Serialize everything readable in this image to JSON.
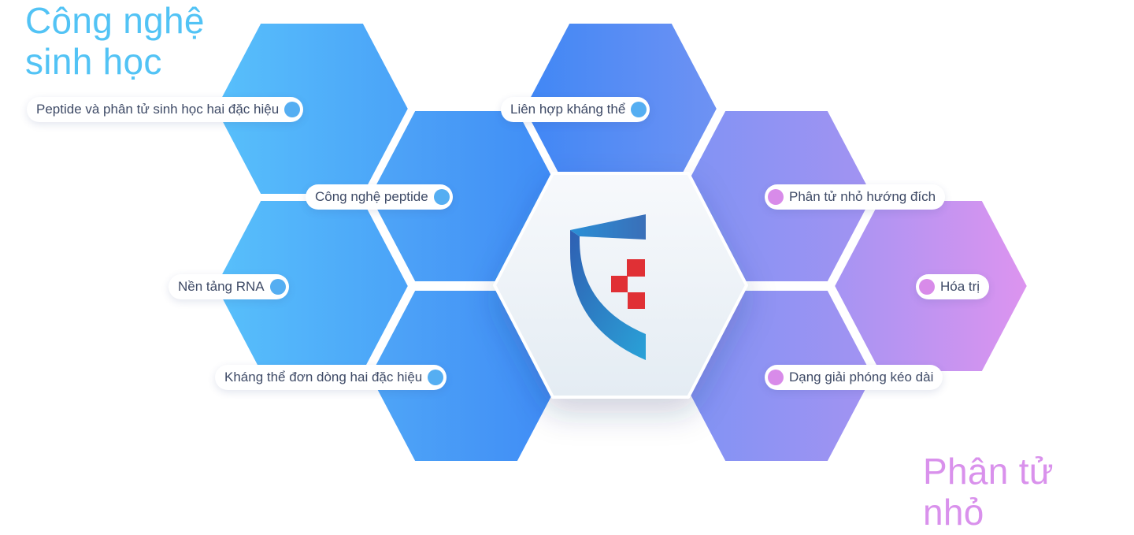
{
  "headings": {
    "biotech": [
      "Công nghệ",
      "sinh học"
    ],
    "small_molecule": [
      "Phân tử",
      "nhỏ"
    ]
  },
  "tags": [
    {
      "key": "peptide-bispecific",
      "text": "Peptide và phân tử sinh học hai đặc hiệu",
      "side": "bio"
    },
    {
      "key": "antibody-conjugate",
      "text": "Liên hợp kháng thể",
      "side": "bio"
    },
    {
      "key": "peptide-tech",
      "text": "Công nghệ peptide",
      "side": "bio"
    },
    {
      "key": "rna-platform",
      "text": "Nền tảng RNA",
      "side": "bio"
    },
    {
      "key": "bispecific-mab",
      "text": "Kháng thể đơn dòng hai đặc hiệu",
      "side": "bio"
    },
    {
      "key": "targeted-small-molecule",
      "text": "Phân tử nhỏ hướng đích",
      "side": "small"
    },
    {
      "key": "valency",
      "text": "Hóa trị",
      "side": "small"
    },
    {
      "key": "extended-release",
      "text": "Dạng giải phóng kéo dài",
      "side": "small"
    }
  ],
  "colors": {
    "biotech_light": "#56bdfb",
    "biotech_dark": "#3d86f6",
    "small_molecule_light": "#8f93f4",
    "small_molecule_dark": "#dd92ee",
    "logo_blue": "#2b77c6",
    "logo_red": "#e03035",
    "dot_blue": "#55aef2",
    "dot_violet": "#d88be9"
  },
  "center": {
    "icon": "shield-logo-icon"
  }
}
